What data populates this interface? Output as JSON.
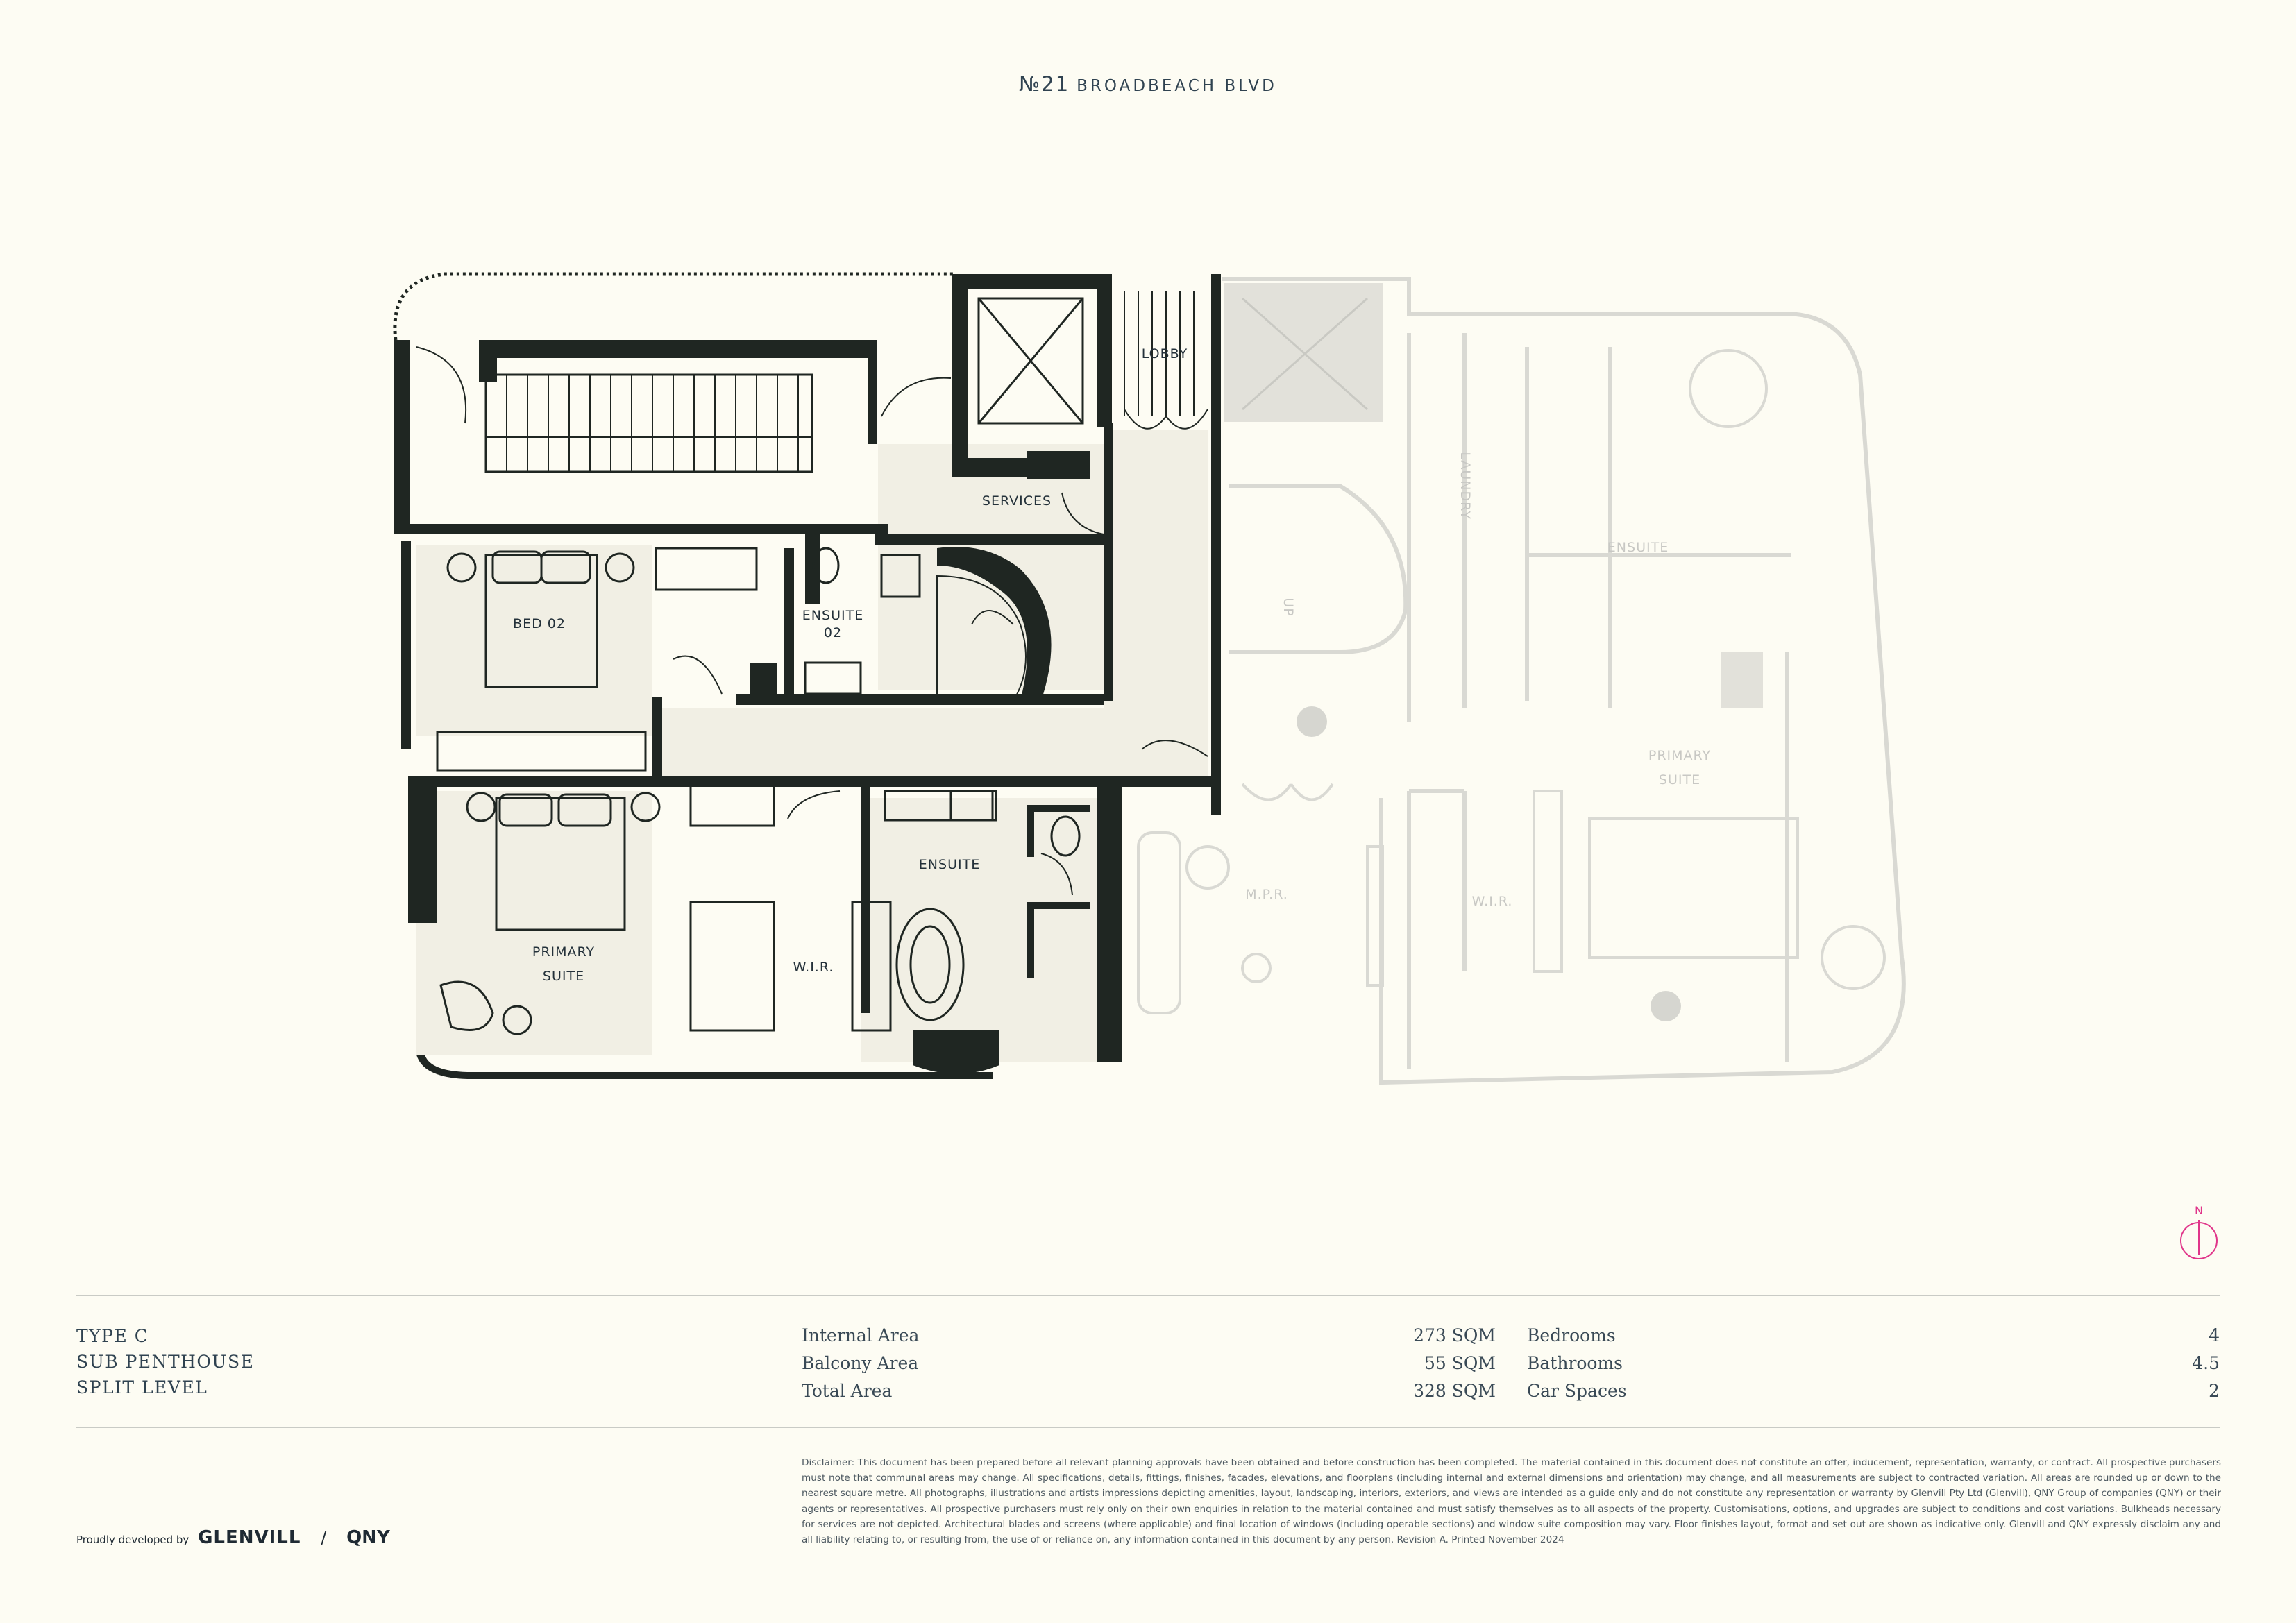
{
  "header": {
    "numero": "№21",
    "street": "BROADBEACH BLVD"
  },
  "plan": {
    "active_rooms": [
      "LOBBY",
      "SERVICES",
      "BED 02",
      "ENSUITE",
      "02",
      "ENSUITE",
      "PRIMARY",
      "SUITE",
      "W.I.R."
    ],
    "ghost_rooms": [
      "LAUNDRY",
      "ENSUITE",
      "PRIMARY",
      "SUITE",
      "W.I.R.",
      "M.P.R.",
      "UP"
    ],
    "wall_color": "#1f2622",
    "ghost_color": "#d9d9d3",
    "floor_color": "#f1efe4"
  },
  "compass": {
    "label": "N",
    "color": "#e0358a"
  },
  "unit": {
    "type": "TYPE C",
    "name": "SUB PENTHOUSE",
    "layout": "SPLIT LEVEL"
  },
  "areas": {
    "internal_label": "Internal Area",
    "internal_value": "273 SQM",
    "balcony_label": "Balcony Area",
    "balcony_value": "55 SQM",
    "total_label": "Total Area",
    "total_value": "328 SQM"
  },
  "counts": {
    "bedrooms_label": "Bedrooms",
    "bedrooms_value": "4",
    "bathrooms_label": "Bathrooms",
    "bathrooms_value": "4.5",
    "car_label": "Car Spaces",
    "car_value": "2"
  },
  "disclaimer": "Disclaimer: This document has been prepared before all relevant planning approvals have been obtained and before construction has been completed. The material contained in this document does not constitute an offer, inducement, representation, warranty, or contract. All prospective purchasers must note that communal areas may change. All specifications, details, fittings, finishes, facades, elevations, and floorplans (including internal and external dimensions and orientation) may change, and all measurements are subject to contracted variation. All areas are rounded up or down to the nearest square metre. All photographs, illustrations and artists impressions depicting amenities, layout, landscaping, interiors, exteriors, and views are intended as a guide only and do not constitute any representation or warranty by Glenvill Pty Ltd (Glenvill), QNY Group of companies (QNY) or their agents or representatives. All prospective purchasers must rely only on their own enquiries in relation to the material contained and must satisfy themselves as to all aspects of the property. Customisations, options, and upgrades are subject to conditions and cost variations. Bulkheads necessary for services are not depicted. Architectural blades and screens (where applicable) and final location of windows (including operable sections) and window suite composition may vary. Floor finishes layout, format and set out are shown as indicative only. Glenvill and QNY expressly disclaim any and all liability relating to, or resulting from, the use of or reliance on, any information contained in this document by any person. Revision A. Printed November 2024",
  "credit": {
    "prefix": "Proudly developed by",
    "brand": "GLENVILL",
    "separator": "/",
    "partner": "QNY"
  }
}
